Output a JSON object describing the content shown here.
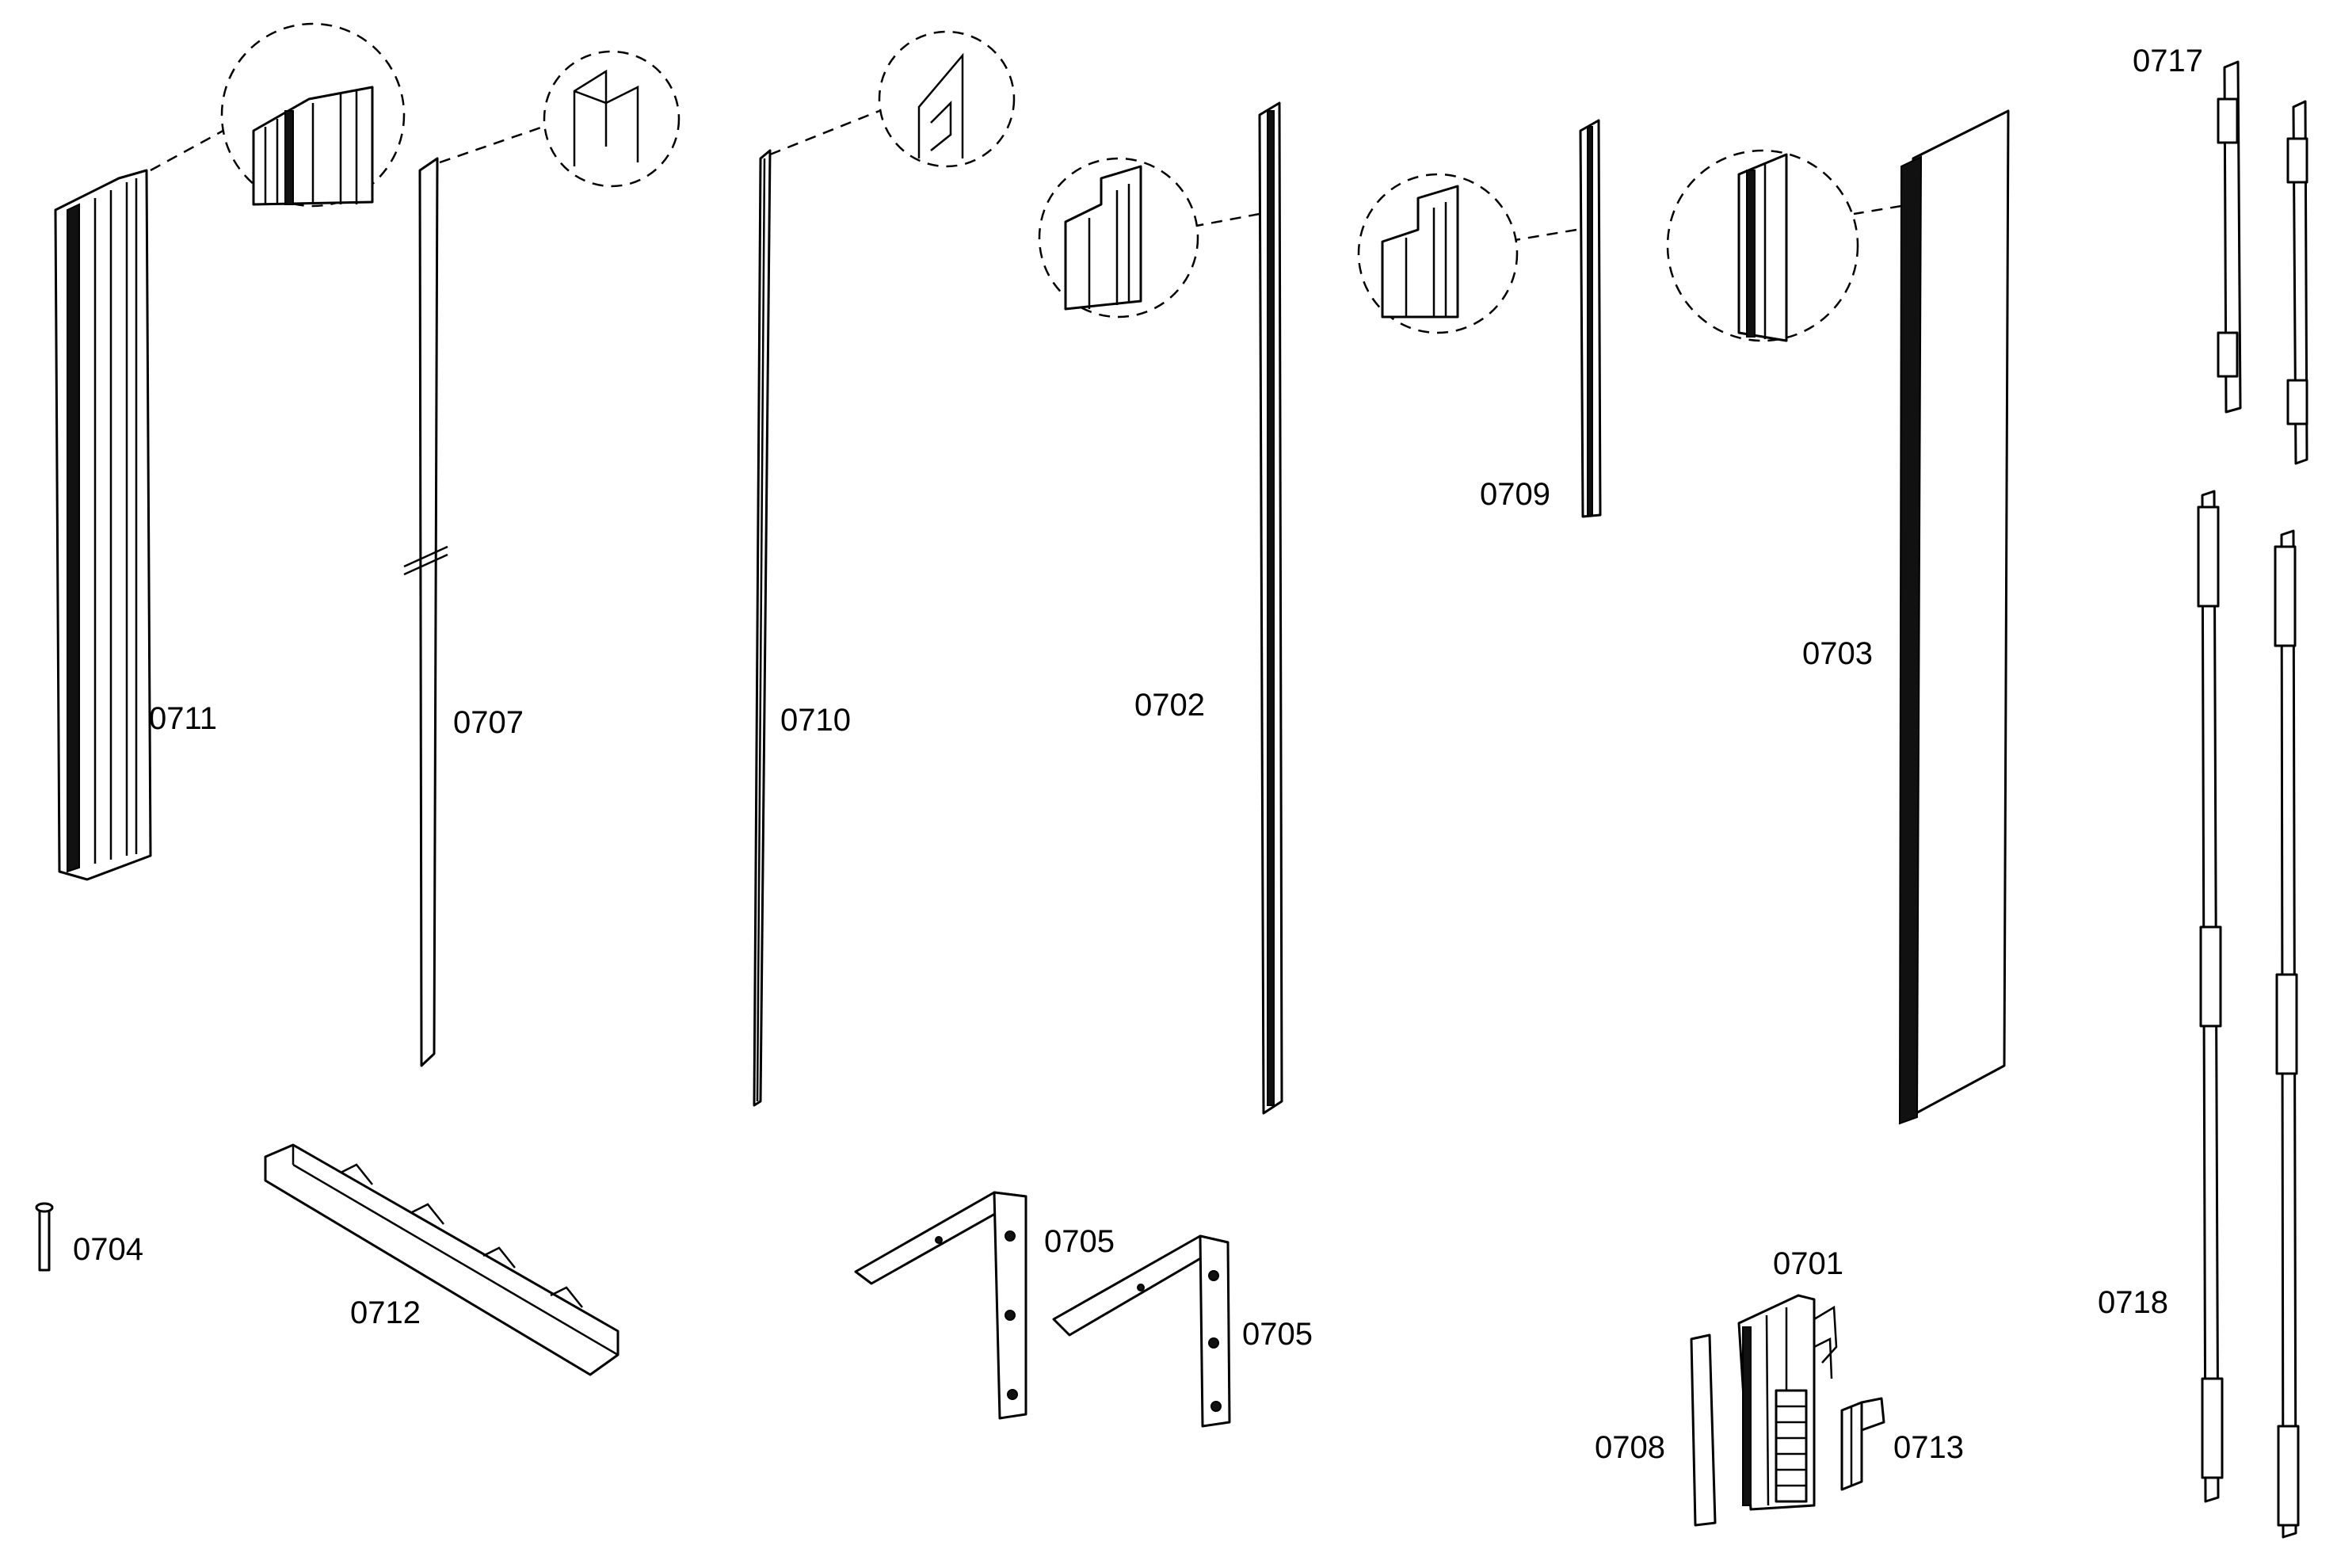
{
  "parts": [
    {
      "id": "p0711",
      "label": "0711"
    },
    {
      "id": "p0707",
      "label": "0707"
    },
    {
      "id": "p0710",
      "label": "0710"
    },
    {
      "id": "p0702",
      "label": "0702"
    },
    {
      "id": "p0709",
      "label": "0709"
    },
    {
      "id": "p0703",
      "label": "0703"
    },
    {
      "id": "p0717",
      "label": "0717"
    },
    {
      "id": "p0718",
      "label": "0718"
    },
    {
      "id": "p0704",
      "label": "0704"
    },
    {
      "id": "p0712",
      "label": "0712"
    },
    {
      "id": "p0705a",
      "label": "0705"
    },
    {
      "id": "p0705b",
      "label": "0705"
    },
    {
      "id": "p0701",
      "label": "0701"
    },
    {
      "id": "p0708",
      "label": "0708"
    },
    {
      "id": "p0713",
      "label": "0713"
    }
  ]
}
